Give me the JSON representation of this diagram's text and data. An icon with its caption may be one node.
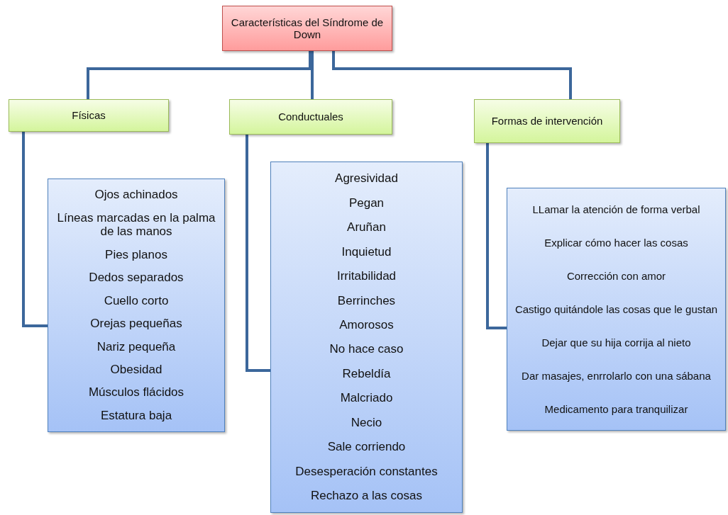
{
  "diagram": {
    "nodes": [
      {
        "text": [
          "Características del Síndrome de Down"
        ]
      },
      {
        "text": [
          "Físicas"
        ]
      },
      {
        "text": [
          "Conductuales"
        ]
      },
      {
        "text": [
          "Formas de intervención"
        ]
      },
      {
        "text": [
          "Ojos achinados",
          "Líneas marcadas en la palma de las manos",
          "Pies planos",
          "Dedos separados",
          "Cuello corto",
          "Orejas pequeñas",
          "Nariz pequeña",
          "Obesidad",
          "Músculos flácidos",
          "Estatura baja"
        ]
      },
      {
        "text": [
          "Agresividad",
          "Pegan",
          "Aruñan",
          "Inquietud",
          "Irritabilidad",
          "Berrinches",
          "Amorosos",
          "No hace caso",
          "Rebeldía",
          "Malcriado",
          "Necio",
          "Sale corriendo",
          "Desesperación constantes",
          "Rechazo a las cosas"
        ]
      },
      {
        "text": [
          "LLamar la atención de forma verbal",
          "Explicar cómo hacer las cosas",
          "Corrección con amor",
          "Castigo quitándole las cosas que le gustan",
          "Dejar que su hija corrija al nieto",
          "Dar masajes, enrrolarlo con una sábana",
          "Medicamento para tranquilizar"
        ]
      }
    ],
    "edges": [
      {
        "from": 0,
        "to": 1,
        "arrow": "none"
      },
      {
        "from": 0,
        "to": 2,
        "arrow": "none"
      },
      {
        "from": 0,
        "to": 3,
        "arrow": "none"
      },
      {
        "from": 1,
        "to": 4,
        "arrow": "none"
      },
      {
        "from": 2,
        "to": 5,
        "arrow": "none"
      },
      {
        "from": 3,
        "to": 6,
        "arrow": "none"
      }
    ]
  }
}
